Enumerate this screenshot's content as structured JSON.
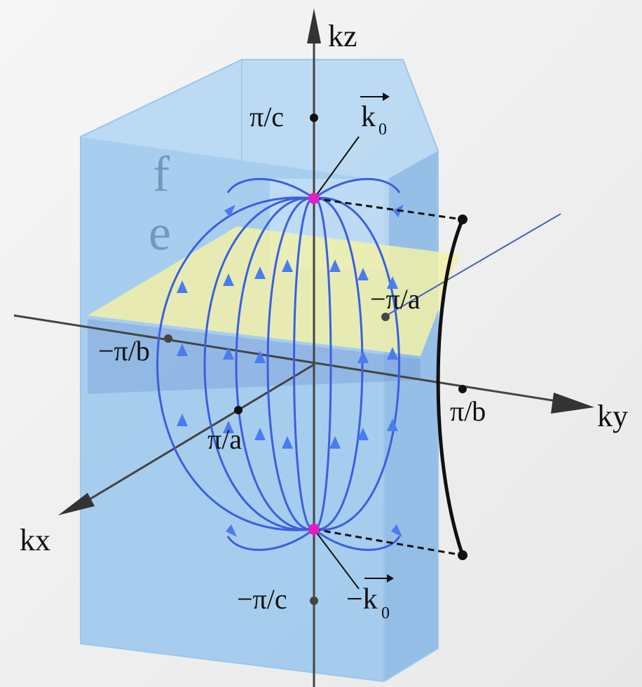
{
  "diagram": {
    "axes": {
      "x": "kx",
      "y": "ky",
      "z": "kz"
    },
    "z_marks": {
      "top": "π/c",
      "bottom": "−π/c"
    },
    "x_marks": {
      "positive": "π/a",
      "negative": "−π/a"
    },
    "y_marks": {
      "positive": "π/b",
      "negative": "−π/b"
    },
    "points": {
      "top": "k",
      "top_sub": "0",
      "bottom": "−k",
      "bottom_sub": "0"
    },
    "edge_text": {
      "line1": "f",
      "line2": "e"
    }
  },
  "colors": {
    "box_face": "#8fc2ee",
    "box_side": "#7fb3e6",
    "plane": "#f2f0a8",
    "flow_lines": "#3b5fe0",
    "arrowheads": "#4a7cf0",
    "node": "#e020c0",
    "axis": "#333333",
    "background": "#f1f1f1"
  }
}
